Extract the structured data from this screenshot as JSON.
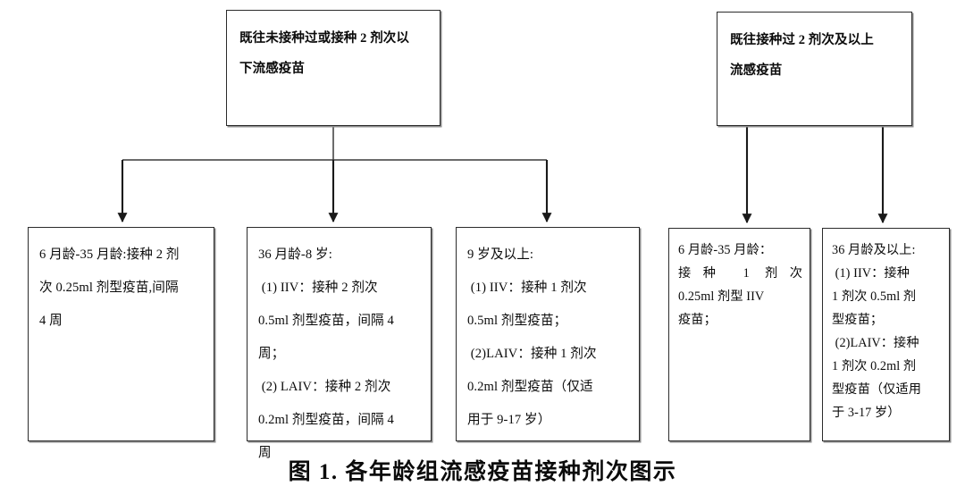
{
  "figure": {
    "caption": "图 1. 各年龄组流感疫苗接种剂次图示"
  },
  "nodes": {
    "top_left": {
      "name": "previously-unvaccinated-or-fewer-than-2-doses",
      "lines": [
        "既往未接种过或接种 2 剂次以",
        "下流感疫苗"
      ]
    },
    "top_right": {
      "name": "previously-vaccinated-2-or-more-doses",
      "lines": [
        "既往接种过 2 剂次及以上",
        "流感疫苗"
      ]
    },
    "leaf_1": {
      "name": "age-6m-35m-unvaccinated",
      "lines": [
        "6 月龄-35 月龄:接种 2 剂",
        "次 0.25ml 剂型疫苗,间隔",
        "4 周"
      ]
    },
    "leaf_2": {
      "name": "age-36m-8y-unvaccinated",
      "lines": [
        "36 月龄-8 岁:",
        " (1) IIV：接种 2 剂次",
        "0.5ml 剂型疫苗，间隔 4",
        "周；",
        " (2) LAIV：接种 2 剂次",
        "0.2ml 剂型疫苗，间隔 4",
        "周"
      ]
    },
    "leaf_3": {
      "name": "age-9y-and-above-unvaccinated",
      "lines": [
        "9 岁及以上:",
        " (1) IIV：接种 1 剂次",
        "0.5ml 剂型疫苗；",
        " (2)LAIV：接种 1 剂次",
        "0.2ml 剂型疫苗（仅适",
        "用于 9-17 岁）"
      ]
    },
    "leaf_4": {
      "name": "age-6m-35m-vaccinated",
      "lines": [
        "6 月龄-35 月龄：",
        "接种 1 剂次",
        "0.25ml 剂型 IIV",
        "疫苗；"
      ]
    },
    "leaf_5": {
      "name": "age-36m-and-above-vaccinated",
      "lines": [
        "36 月龄及以上:",
        " (1) IIV：接种",
        "1 剂次 0.5ml 剂",
        "型疫苗；",
        " (2)LAIV：接种",
        "1 剂次 0.2ml 剂",
        "型疫苗（仅适用",
        "于 3-17 岁）"
      ]
    }
  },
  "colors": {
    "stroke": "#2b2b2b",
    "shadow": "#8c8c8c",
    "background": "#ffffff",
    "text": "#0b0b0b"
  }
}
